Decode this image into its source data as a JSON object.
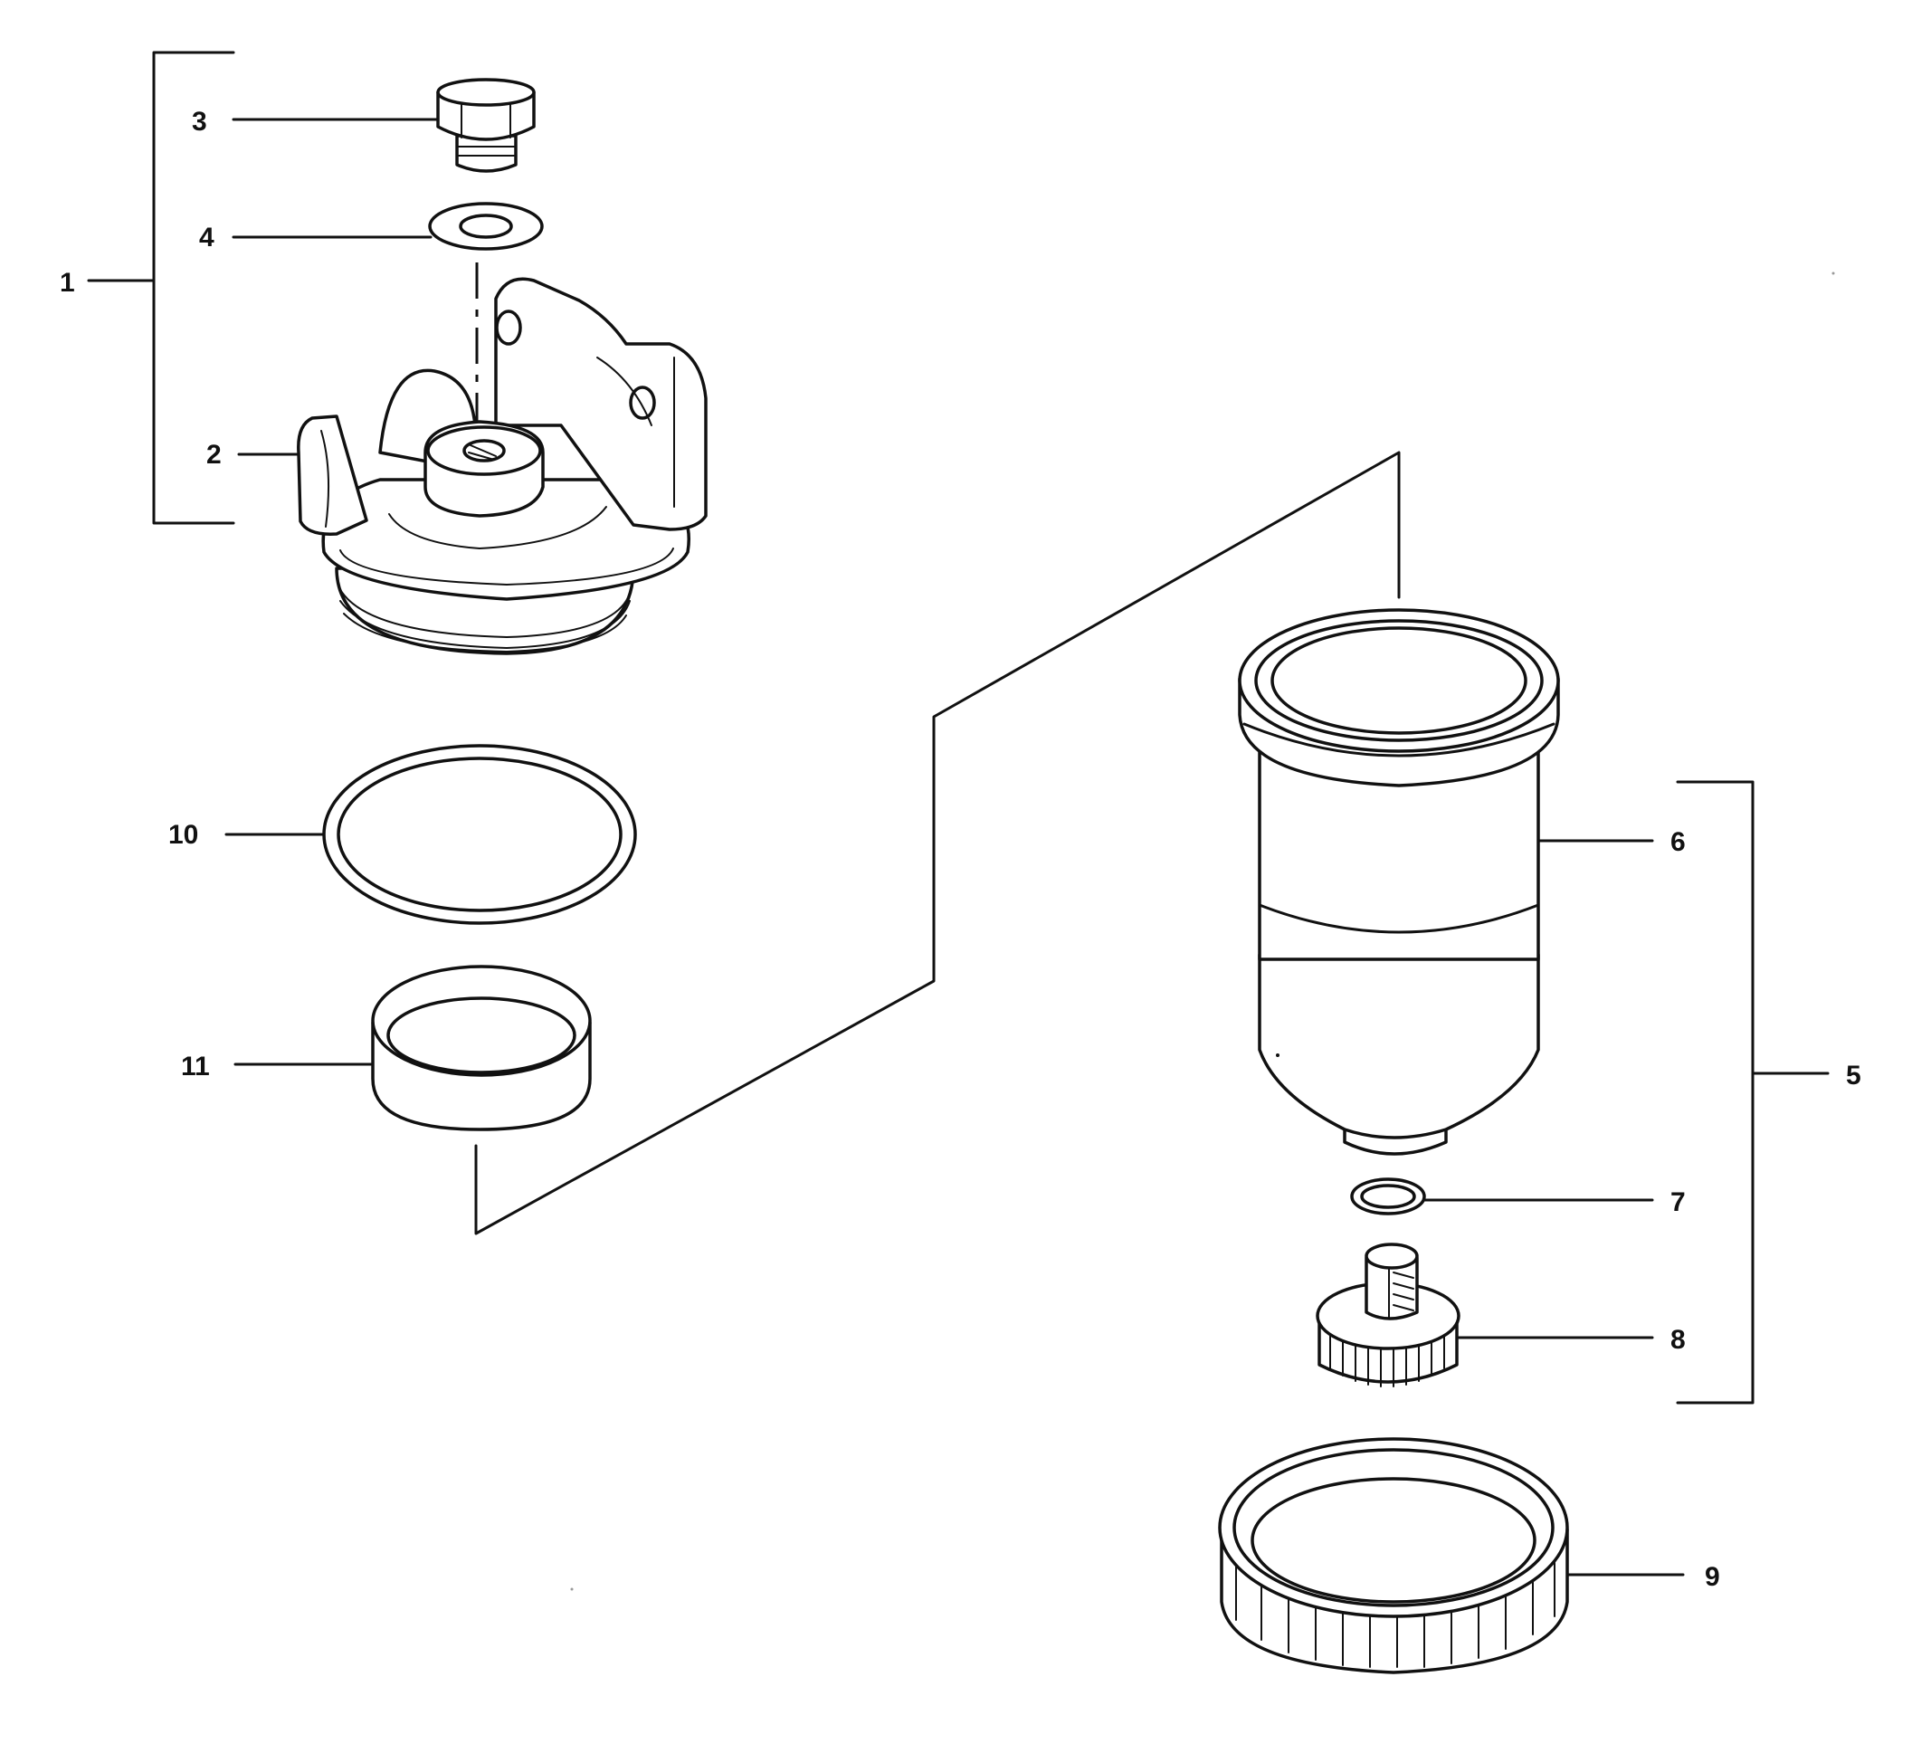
{
  "callouts": [
    {
      "id": "1",
      "text": "1"
    },
    {
      "id": "2",
      "text": "2"
    },
    {
      "id": "3",
      "text": "3"
    },
    {
      "id": "4",
      "text": "4"
    },
    {
      "id": "5",
      "text": "5"
    },
    {
      "id": "6",
      "text": "6"
    },
    {
      "id": "7",
      "text": "7"
    },
    {
      "id": "8",
      "text": "8"
    },
    {
      "id": "9",
      "text": "9"
    },
    {
      "id": "10",
      "text": "10"
    },
    {
      "id": "11",
      "text": "11"
    }
  ],
  "colors": {
    "ink": "#111111",
    "paper": "#ffffff"
  }
}
